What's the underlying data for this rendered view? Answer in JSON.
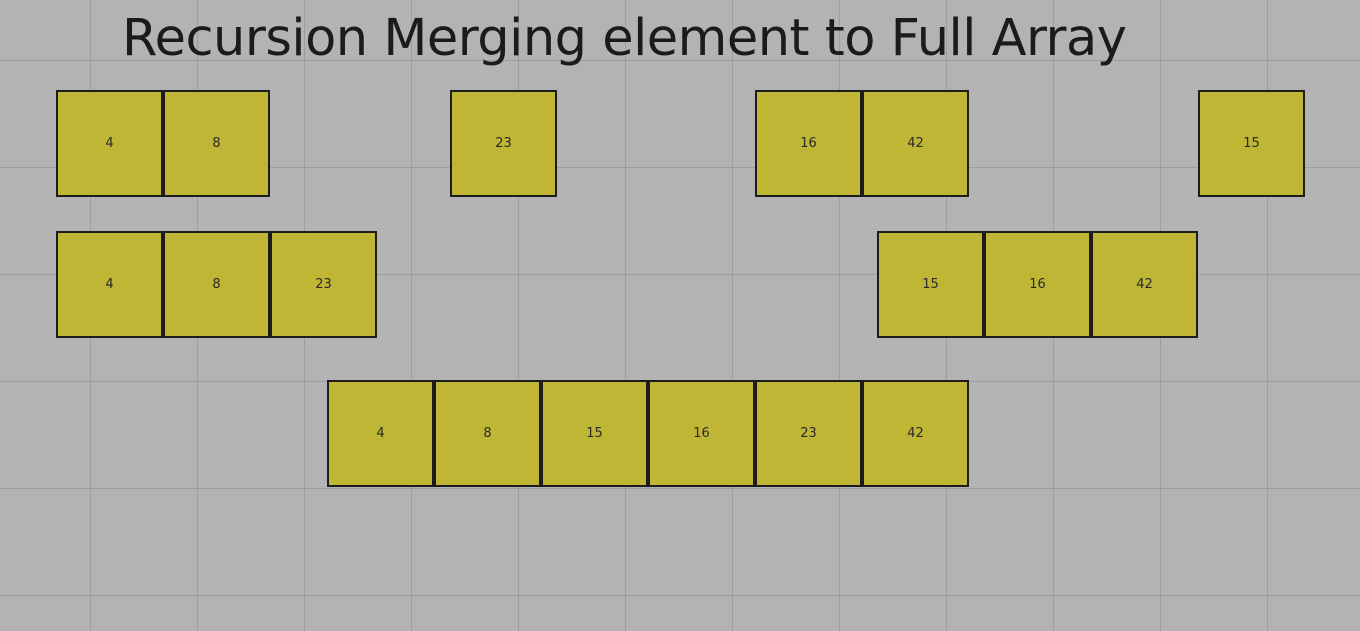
{
  "title": "Recursion Merging element to Full Array",
  "colors": {
    "background": "#b3b3b3",
    "cell_fill": "#bfb635",
    "cell_border": "#1c1c1c"
  },
  "levels": [
    {
      "groups": [
        [
          "4",
          "8"
        ],
        [
          "23"
        ],
        [
          "16",
          "42"
        ],
        [
          "15"
        ]
      ]
    },
    {
      "groups": [
        [
          "4",
          "8",
          "23"
        ],
        [
          "15",
          "16",
          "42"
        ]
      ]
    },
    {
      "groups": [
        [
          "4",
          "8",
          "15",
          "16",
          "23",
          "42"
        ]
      ]
    }
  ]
}
